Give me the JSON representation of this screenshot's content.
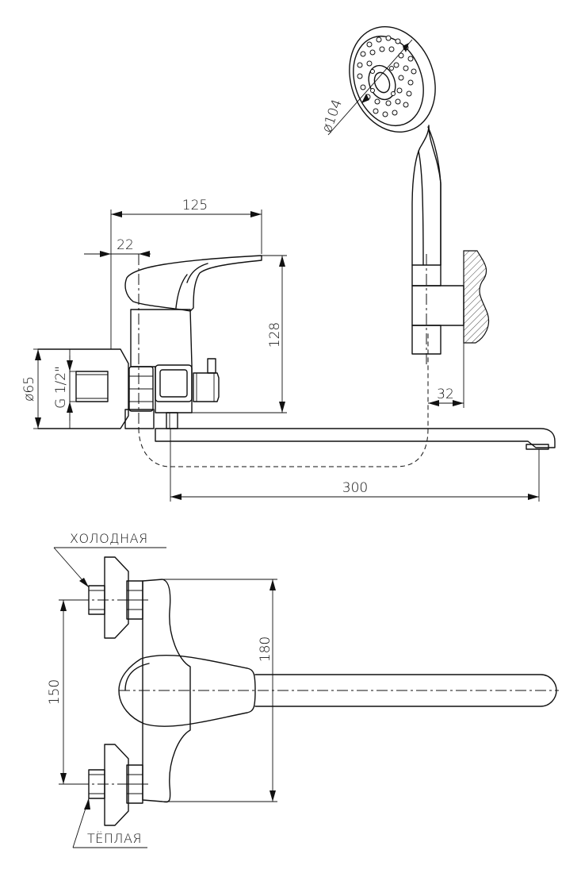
{
  "dimensions": {
    "d125": "125",
    "d22": "22",
    "d128": "128",
    "d65": "ø65",
    "g12": "G 1/2\"",
    "d32": "32",
    "d300": "300",
    "d104": "ø104",
    "d180": "180",
    "d150": "150"
  },
  "labels": {
    "cold": "ХОЛОДНАЯ",
    "warm": "ТЁПЛАЯ"
  }
}
